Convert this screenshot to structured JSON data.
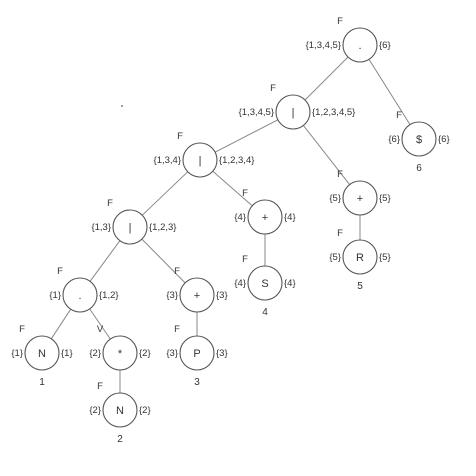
{
  "diagram": {
    "nodes": [
      {
        "id": "concat_root",
        "symbol": ".",
        "nullable": "F",
        "firstpos": "{1,3,4,5}",
        "lastpos": "{6}",
        "position": ""
      },
      {
        "id": "or_top",
        "symbol": "|",
        "nullable": "F",
        "firstpos": "{1,3,4,5}",
        "lastpos": "{1,2,3,4,5}",
        "position": ""
      },
      {
        "id": "end",
        "symbol": "$",
        "nullable": "F",
        "firstpos": "{6}",
        "lastpos": "{6}",
        "position": "6"
      },
      {
        "id": "or_mid",
        "symbol": "|",
        "nullable": "F",
        "firstpos": "{1,3,4}",
        "lastpos": "{1,2,3,4}",
        "position": ""
      },
      {
        "id": "plus_r",
        "symbol": "+",
        "nullable": "F",
        "firstpos": "{5}",
        "lastpos": "{5}",
        "position": ""
      },
      {
        "id": "or_low",
        "symbol": "|",
        "nullable": "F",
        "firstpos": "{1,3}",
        "lastpos": "{1,2,3}",
        "position": ""
      },
      {
        "id": "plus_s",
        "symbol": "+",
        "nullable": "F",
        "firstpos": "{4}",
        "lastpos": "{4}",
        "position": ""
      },
      {
        "id": "leaf_r",
        "symbol": "R",
        "nullable": "F",
        "firstpos": "{5}",
        "lastpos": "{5}",
        "position": "5"
      },
      {
        "id": "concat_low",
        "symbol": ".",
        "nullable": "F",
        "firstpos": "{1}",
        "lastpos": "{1,2}",
        "position": ""
      },
      {
        "id": "plus_p",
        "symbol": "+",
        "nullable": "F",
        "firstpos": "{3}",
        "lastpos": "{3}",
        "position": ""
      },
      {
        "id": "leaf_s",
        "symbol": "S",
        "nullable": "F",
        "firstpos": "{4}",
        "lastpos": "{4}",
        "position": "4"
      },
      {
        "id": "leaf_n1",
        "symbol": "N",
        "nullable": "F",
        "firstpos": "{1}",
        "lastpos": "{1}",
        "position": "1"
      },
      {
        "id": "star",
        "symbol": "*",
        "nullable": "V",
        "firstpos": "{2}",
        "lastpos": "{2}",
        "position": ""
      },
      {
        "id": "leaf_p",
        "symbol": "P",
        "nullable": "F",
        "firstpos": "{3}",
        "lastpos": "{3}",
        "position": "3"
      },
      {
        "id": "leaf_n2",
        "symbol": "N",
        "nullable": "F",
        "firstpos": "{2}",
        "lastpos": "{2}",
        "position": "2"
      }
    ],
    "edges": [
      [
        "concat_root",
        "or_top"
      ],
      [
        "concat_root",
        "end"
      ],
      [
        "or_top",
        "or_mid"
      ],
      [
        "or_top",
        "plus_r"
      ],
      [
        "or_mid",
        "or_low"
      ],
      [
        "or_mid",
        "plus_s"
      ],
      [
        "plus_r",
        "leaf_r"
      ],
      [
        "or_low",
        "concat_low"
      ],
      [
        "or_low",
        "plus_p"
      ],
      [
        "plus_s",
        "leaf_s"
      ],
      [
        "concat_low",
        "leaf_n1"
      ],
      [
        "concat_low",
        "star"
      ],
      [
        "plus_p",
        "leaf_p"
      ],
      [
        "star",
        "leaf_n2"
      ]
    ]
  }
}
